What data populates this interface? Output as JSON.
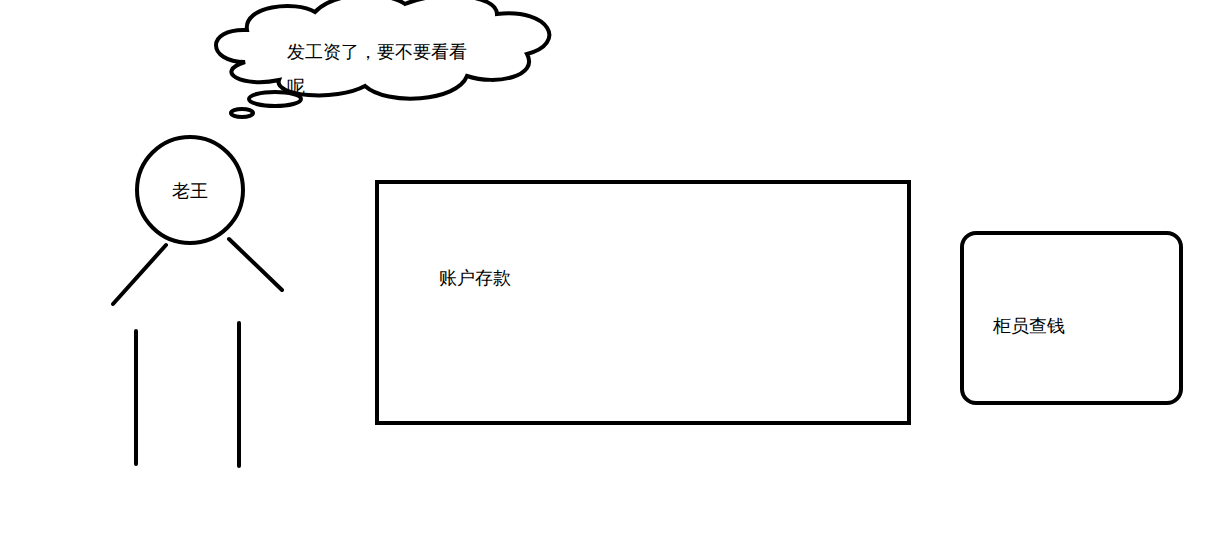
{
  "diagram": {
    "nodes": [
      {
        "text": [
          "发工资了，要不要看看呢"
        ]
      },
      {
        "text": [
          "老王"
        ]
      },
      {
        "text": [
          "账户存款"
        ]
      },
      {
        "text": [
          "柜员查钱"
        ]
      }
    ]
  }
}
